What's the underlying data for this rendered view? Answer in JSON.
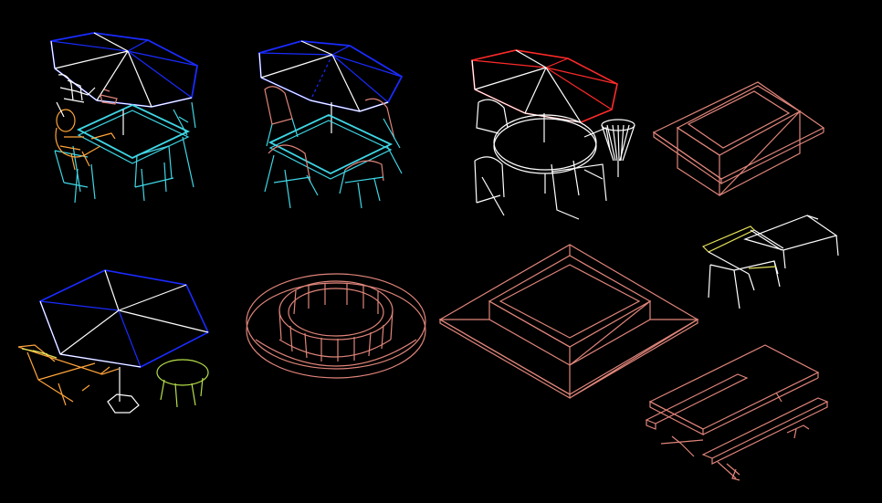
{
  "canvas": {
    "background": "#000000",
    "label": ""
  },
  "palette": {
    "blue": "#1a2bff",
    "white": "#ffffff",
    "cyan": "#3fd7e6",
    "salmon": "#e0857a",
    "red": "#ff2a2a",
    "orange": "#ffa43a",
    "yellow": "#e7e35a",
    "green": "#b7e04a"
  },
  "objects": [
    {
      "id": "umbrella-table-set-with-people",
      "icon": "patio-umbrella-table-people"
    },
    {
      "id": "umbrella-table-set",
      "icon": "patio-umbrella-table"
    },
    {
      "id": "round-table-umbrella-set",
      "icon": "round-table-umbrella"
    },
    {
      "id": "raised-planter",
      "icon": "planter-box"
    },
    {
      "id": "umbrella-with-loungers",
      "icon": "umbrella-loungers"
    },
    {
      "id": "round-planter",
      "icon": "round-planter"
    },
    {
      "id": "square-planter",
      "icon": "square-planter"
    },
    {
      "id": "sun-lounger",
      "icon": "sun-lounger"
    },
    {
      "id": "picnic-table",
      "icon": "picnic-table"
    }
  ]
}
